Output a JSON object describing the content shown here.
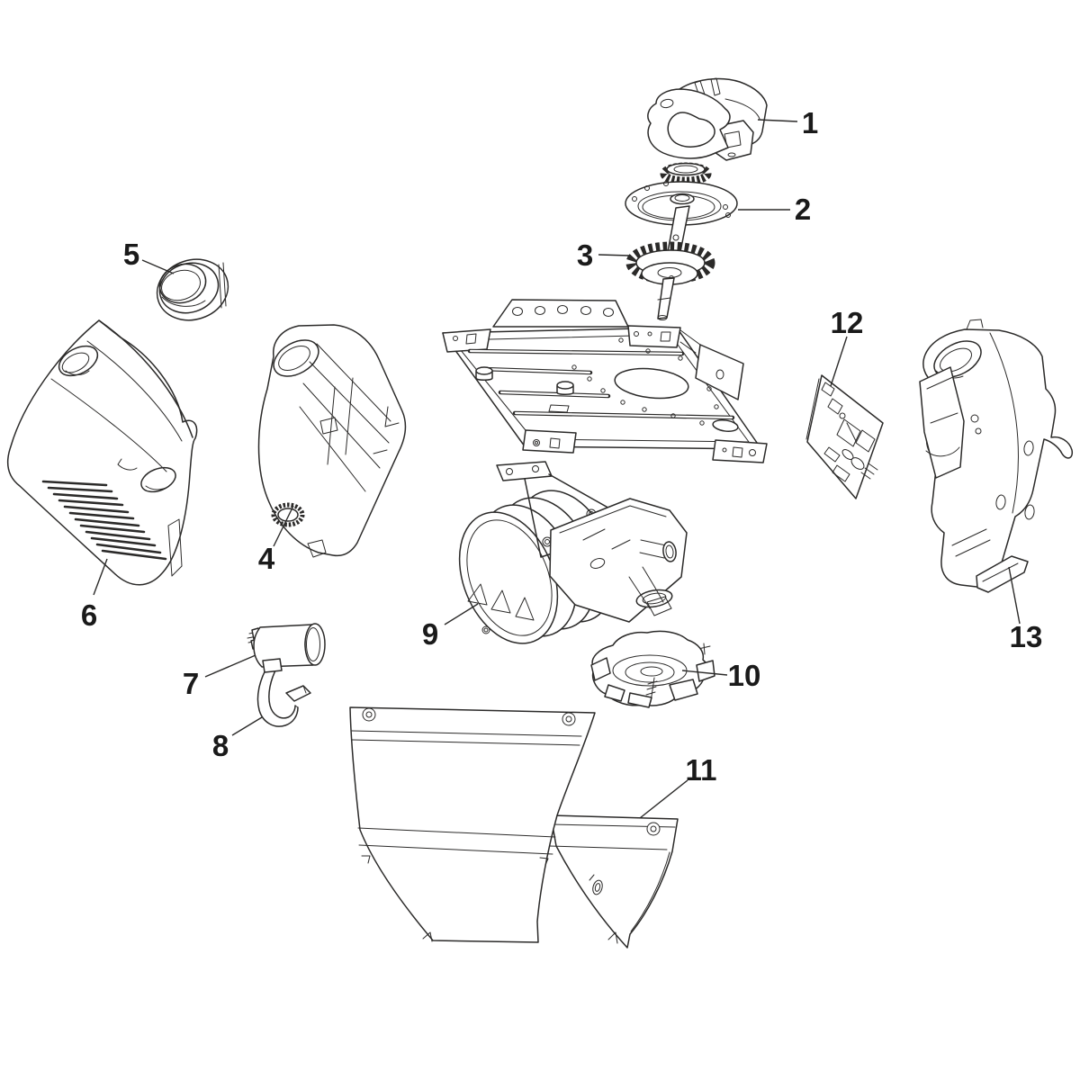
{
  "diagram": {
    "type": "exploded-parts-diagram",
    "background_color": "#ffffff",
    "line_color": "#2b2a29",
    "label_color": "#1a1a1a",
    "callouts": [
      {
        "label": "1",
        "part_icon": "clamp-bracket-icon"
      },
      {
        "label": "2",
        "part_icon": "sprocket-flange-plate-icon"
      },
      {
        "label": "3",
        "part_icon": "drive-gear-shaft-icon"
      },
      {
        "label": "4",
        "part_icon": "left-end-panel-icon"
      },
      {
        "label": "5",
        "part_icon": "round-lens-cap-icon"
      },
      {
        "label": "6",
        "part_icon": "vented-front-cover-icon"
      },
      {
        "label": "7",
        "part_icon": "capacitor-icon"
      },
      {
        "label": "8",
        "part_icon": "capacitor-strap-icon"
      },
      {
        "label": "9",
        "part_icon": "motor-assembly-icon"
      },
      {
        "label": "10",
        "part_icon": "limit-drive-assembly-icon"
      },
      {
        "label": "11",
        "part_icon": "wraparound-cover-icon"
      },
      {
        "label": "12",
        "part_icon": "circuit-board-icon"
      },
      {
        "label": "13",
        "part_icon": "right-end-panel-icon"
      }
    ]
  }
}
